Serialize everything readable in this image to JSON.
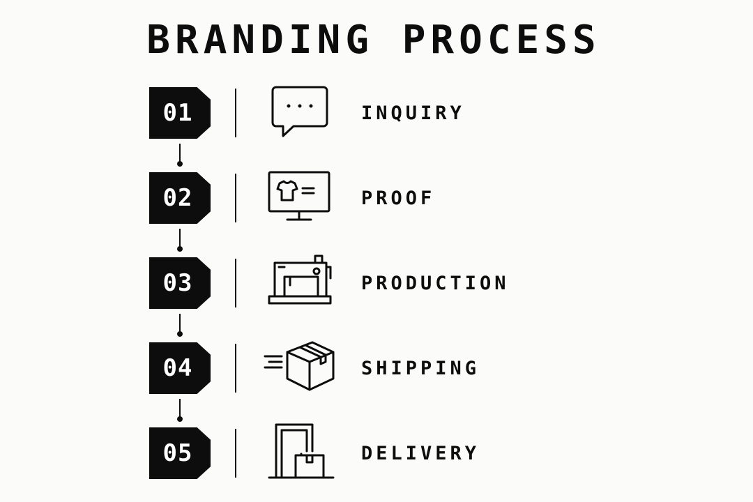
{
  "title": "BRANDING PROCESS",
  "steps": [
    {
      "number": "01",
      "label": "INQUIRY",
      "icon": "chat-bubble-icon"
    },
    {
      "number": "02",
      "label": "PROOF",
      "icon": "monitor-tshirt-icon"
    },
    {
      "number": "03",
      "label": "PRODUCTION",
      "icon": "sewing-machine-icon"
    },
    {
      "number": "04",
      "label": "SHIPPING",
      "icon": "moving-box-icon"
    },
    {
      "number": "05",
      "label": "DELIVERY",
      "icon": "door-package-icon"
    }
  ],
  "colors": {
    "background": "#fbfbfa",
    "ink": "#0d0d0d",
    "badge_text": "#ffffff"
  }
}
